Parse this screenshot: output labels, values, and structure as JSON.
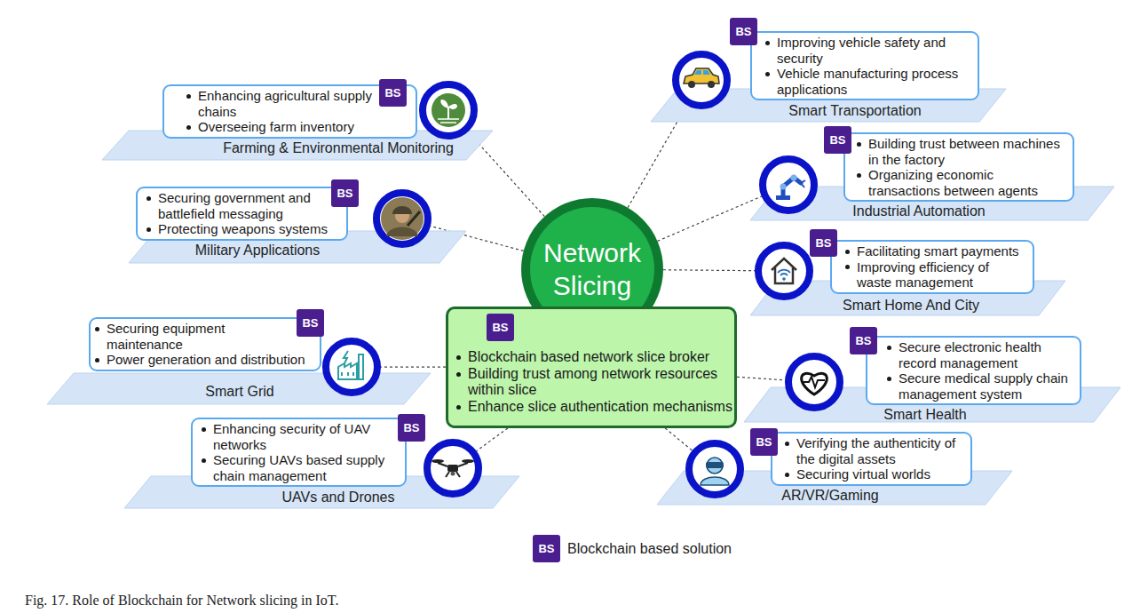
{
  "diagram": {
    "caption": "Fig. 17. Role of Blockchain for Network slicing in IoT.",
    "nodes": [
      {
        "text": [
          "Network Slicing"
        ]
      },
      {
        "text": [
          "Blockchain based network slice broker",
          "Building trust among network resources within slice",
          "Enhance slice authentication mechanisms"
        ]
      },
      {
        "text": [
          "BS"
        ],
        "in": 1
      },
      {
        "text": [
          "Farming & Environmental Monitoring"
        ]
      },
      {
        "text": [
          "Enhancing agricultural supply chains",
          "Overseeing farm inventory"
        ]
      },
      {
        "text": [
          "BS"
        ]
      },
      {
        "text": [
          "Military Applications"
        ]
      },
      {
        "text": [
          "Securing government and battlefield messaging",
          "Protecting weapons systems"
        ]
      },
      {
        "text": [
          "BS"
        ]
      },
      {
        "text": [
          "Smart Grid"
        ]
      },
      {
        "text": [
          "Securing equipment maintenance",
          "Power generation and distribution"
        ]
      },
      {
        "text": [
          "BS"
        ]
      },
      {
        "text": [
          "UAVs and Drones"
        ]
      },
      {
        "text": [
          "Enhancing security of UAV networks",
          "Securing UAVs based supply chain management"
        ]
      },
      {
        "text": [
          "BS"
        ]
      },
      {
        "text": [
          "Smart Transportation"
        ]
      },
      {
        "text": [
          "Improving vehicle safety and security",
          "Vehicle manufacturing process applications"
        ]
      },
      {
        "text": [
          "BS"
        ]
      },
      {
        "text": [
          "Industrial Automation"
        ]
      },
      {
        "text": [
          "Building trust between machines in the factory",
          "Organizing economic transactions between agents"
        ]
      },
      {
        "text": [
          "BS"
        ]
      },
      {
        "text": [
          "Smart Home And City"
        ]
      },
      {
        "text": [
          "Facilitating smart payments",
          "Improving efficiency of waste management"
        ]
      },
      {
        "text": [
          "BS"
        ]
      },
      {
        "text": [
          "Smart Health"
        ]
      },
      {
        "text": [
          "Secure electronic health record management",
          "Secure medical supply chain management system"
        ]
      },
      {
        "text": [
          "BS"
        ]
      },
      {
        "text": [
          "AR/VR/Gaming"
        ]
      },
      {
        "text": [
          "Verifying the authenticity of the digital assets",
          "Securing virtual worlds"
        ]
      },
      {
        "text": [
          "BS"
        ]
      }
    ],
    "edges": [
      {
        "from": 0,
        "to": 3,
        "arrow": "none"
      },
      {
        "from": 0,
        "to": 6,
        "arrow": "none"
      },
      {
        "from": 1,
        "to": 9,
        "arrow": "none"
      },
      {
        "from": 1,
        "to": 12,
        "arrow": "none"
      },
      {
        "from": 0,
        "to": 15,
        "arrow": "none"
      },
      {
        "from": 0,
        "to": 18,
        "arrow": "none"
      },
      {
        "from": 0,
        "to": 21,
        "arrow": "none"
      },
      {
        "from": 1,
        "to": 24,
        "arrow": "none"
      },
      {
        "from": 1,
        "to": 27,
        "arrow": "none"
      }
    ],
    "labels": [
      "BS"
    ],
    "legend": [
      {
        "text": "Blockchain based solution",
        "color": "#4a1e8f"
      }
    ]
  }
}
